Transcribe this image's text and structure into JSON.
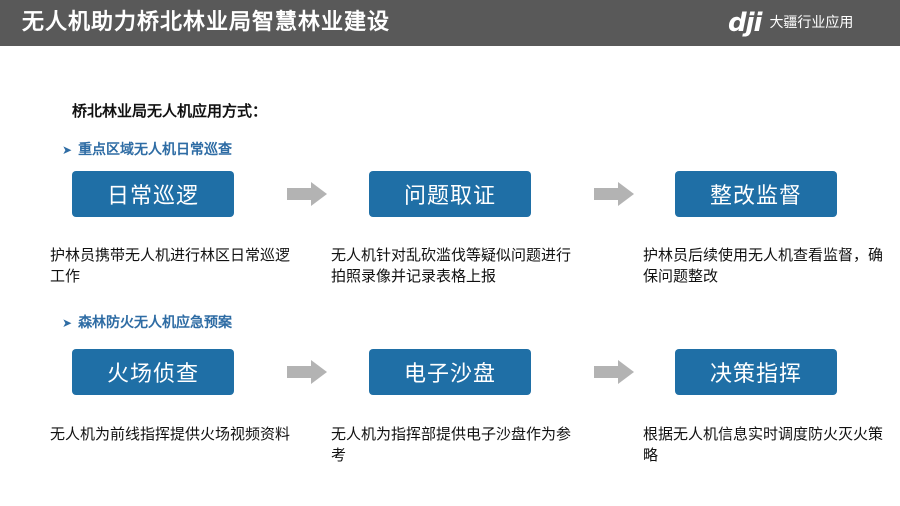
{
  "header": {
    "title": "无人机助力桥北林业局智慧林业建设",
    "logo_mark": "dji",
    "logo_text": "大疆行业应用"
  },
  "intro": "桥北林业局无人机应用方式：",
  "sections": [
    {
      "title": "重点区域无人机日常巡查",
      "steps": [
        {
          "label": "日常巡逻",
          "desc": "护林员携带无人机进行林区日常巡逻工作"
        },
        {
          "label": "问题取证",
          "desc": "无人机针对乱砍滥伐等疑似问题进行拍照录像并记录表格上报"
        },
        {
          "label": "整改监督",
          "desc": "护林员后续使用无人机查看监督，确保问题整改"
        }
      ]
    },
    {
      "title": "森林防火无人机应急预案",
      "steps": [
        {
          "label": "火场侦查",
          "desc": "无人机为前线指挥提供火场视频资料"
        },
        {
          "label": "电子沙盘",
          "desc": "无人机为指挥部提供电子沙盘作为参考"
        },
        {
          "label": "决策指挥",
          "desc": "根据无人机信息实时调度防火灭火策略"
        }
      ]
    }
  ],
  "colors": {
    "header_bg": "#595959",
    "box_bg": "#1f6fa6",
    "section_title": "#2e6ca4",
    "arrow": "#b3b3b3"
  },
  "icons": {
    "section_bullet": "triangle-right-icon",
    "flow_arrow": "arrow-right-icon"
  }
}
